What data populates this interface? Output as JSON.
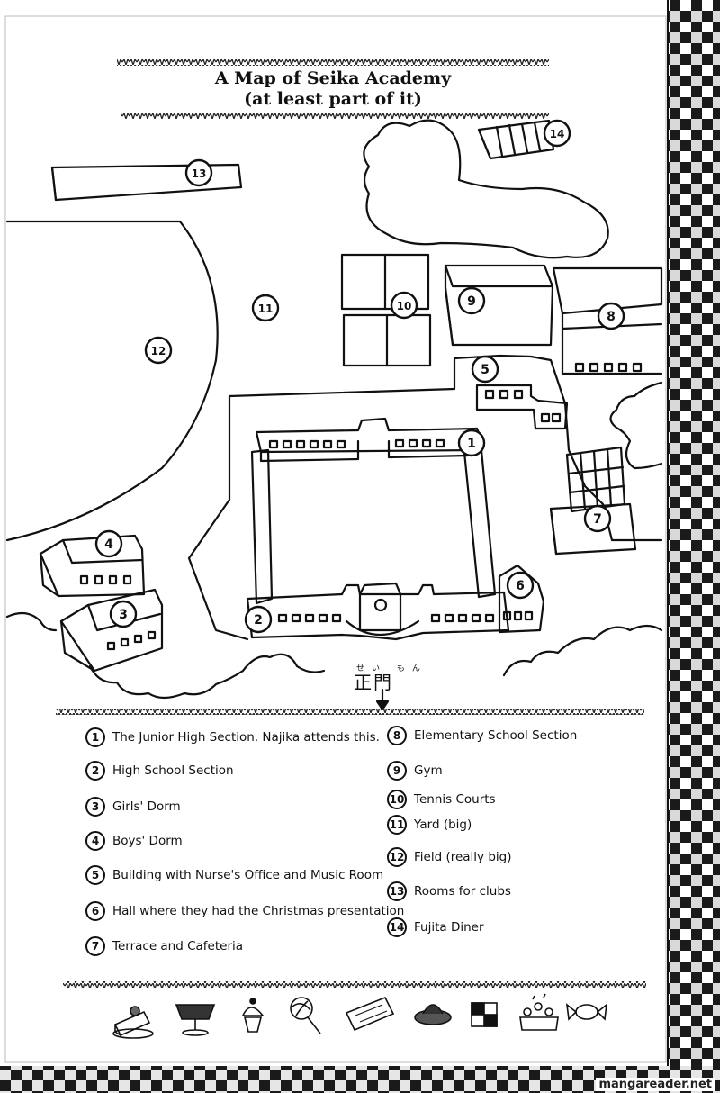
{
  "map": {
    "title_line1": "A Map of Seika Academy",
    "title_line2": "(at least part of it)",
    "gate_label": "正門",
    "gate_ruby": "せい もん",
    "markers": [
      "1",
      "2",
      "3",
      "4",
      "5",
      "6",
      "7",
      "8",
      "9",
      "10",
      "11",
      "12",
      "13",
      "14"
    ]
  },
  "legend": {
    "left": [
      {
        "num": "1",
        "text": "The Junior High Section. Najika attends this."
      },
      {
        "num": "2",
        "text": "High School Section"
      },
      {
        "num": "3",
        "text": "Girls' Dorm"
      },
      {
        "num": "4",
        "text": "Boys' Dorm"
      },
      {
        "num": "5",
        "text": "Building with Nurse's Office and Music Room"
      },
      {
        "num": "6",
        "text": "Hall where they had the Christmas presentation"
      },
      {
        "num": "7",
        "text": "Terrace and Cafeteria"
      }
    ],
    "right": [
      {
        "num": "8",
        "text": "Elementary School Section"
      },
      {
        "num": "9",
        "text": "Gym"
      },
      {
        "num": "10",
        "text": "Tennis Courts"
      },
      {
        "num": "11",
        "text": "Yard (big)"
      },
      {
        "num": "12",
        "text": "Field (really big)"
      },
      {
        "num": "13",
        "text": "Rooms for clubs"
      },
      {
        "num": "14",
        "text": "Fujita Diner"
      }
    ]
  },
  "decorations": [
    "cake-slice-icon",
    "parfait-icon",
    "cupcake-icon",
    "lollipop-icon",
    "chocolate-bar-icon",
    "pudding-icon",
    "checker-cookie-icon",
    "strawberry-cake-icon",
    "candy-icon"
  ],
  "watermark": "mangareader.net",
  "colors": {
    "ink": "#111111",
    "paper": "#ffffff",
    "border_dark": "#1a1a1a",
    "border_light": "#d8d8d8"
  }
}
